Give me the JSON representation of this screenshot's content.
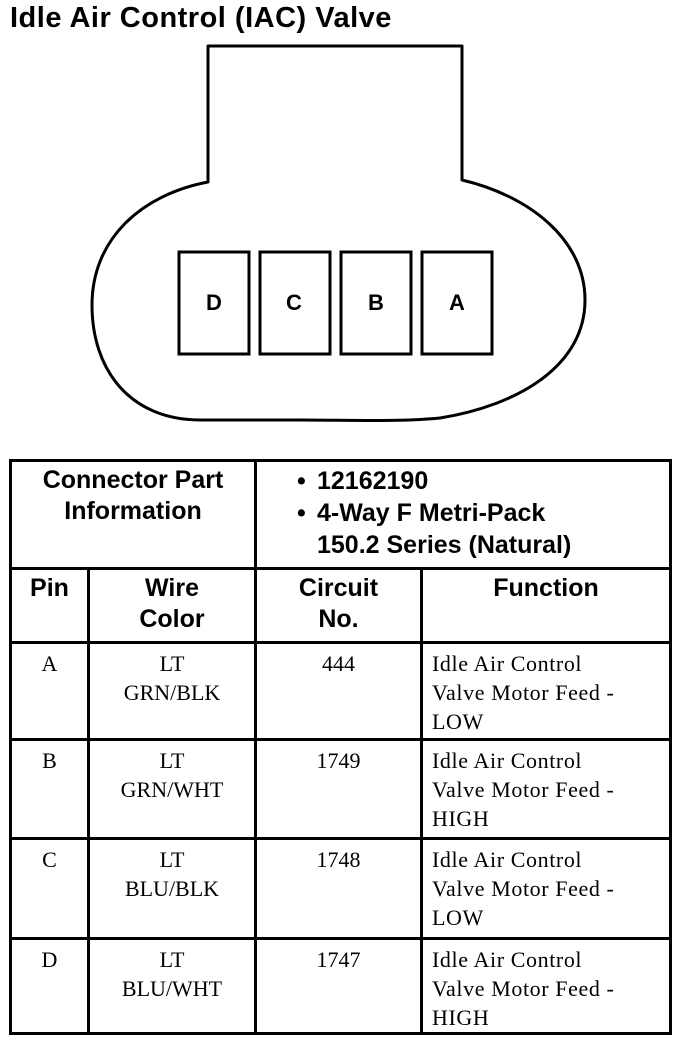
{
  "title": "Idle Air Control (IAC) Valve",
  "connector": {
    "pins": [
      "D",
      "C",
      "B",
      "A"
    ]
  },
  "table": {
    "part_info_label": [
      "Connector Part",
      "Information"
    ],
    "part_info_bullets": [
      "12162190",
      "4-Way F Metri-Pack"
    ],
    "part_info_continuation": "150.2 Series (Natural)",
    "headers": {
      "pin": "Pin",
      "wire_color": [
        "Wire",
        "Color"
      ],
      "circuit": [
        "Circuit",
        "No."
      ],
      "function": "Function"
    },
    "rows": [
      {
        "pin": "A",
        "wire": [
          "LT",
          "GRN/BLK"
        ],
        "circuit": "444",
        "function": [
          "Idle Air Control",
          "Valve Motor Feed -",
          "LOW"
        ]
      },
      {
        "pin": "B",
        "wire": [
          "LT",
          "GRN/WHT"
        ],
        "circuit": "1749",
        "function": [
          "Idle Air Control",
          "Valve Motor Feed -",
          "HIGH"
        ]
      },
      {
        "pin": "C",
        "wire": [
          "LT",
          "BLU/BLK"
        ],
        "circuit": "1748",
        "function": [
          "Idle Air Control",
          "Valve Motor Feed -",
          "LOW"
        ]
      },
      {
        "pin": "D",
        "wire": [
          "LT",
          "BLU/WHT"
        ],
        "circuit": "1747",
        "function": [
          "Idle Air Control",
          "Valve Motor Feed -",
          "HIGH"
        ]
      }
    ]
  }
}
